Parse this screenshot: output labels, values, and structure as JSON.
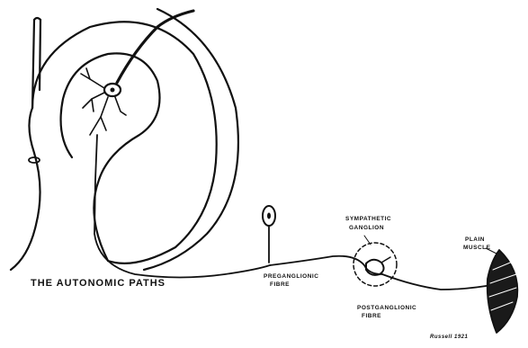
{
  "title": "THE AUTONOMIC PATHS",
  "labels": {
    "sympathetic_line1": "SYMPATHETIC",
    "sympathetic_line2": "GANGLION",
    "plain_line1": "PLAIN",
    "plain_line2": "MUSCLE",
    "preganglionic_line1": "PREGANGLIONIC",
    "preganglionic_line2": "FIBRE",
    "postganglionic_line1": "POSTGANGLIONIC",
    "postganglionic_line2": "FIBRE",
    "signature": "Russell 1921"
  },
  "colors": {
    "ink": "#111111",
    "paper": "#ffffff"
  }
}
